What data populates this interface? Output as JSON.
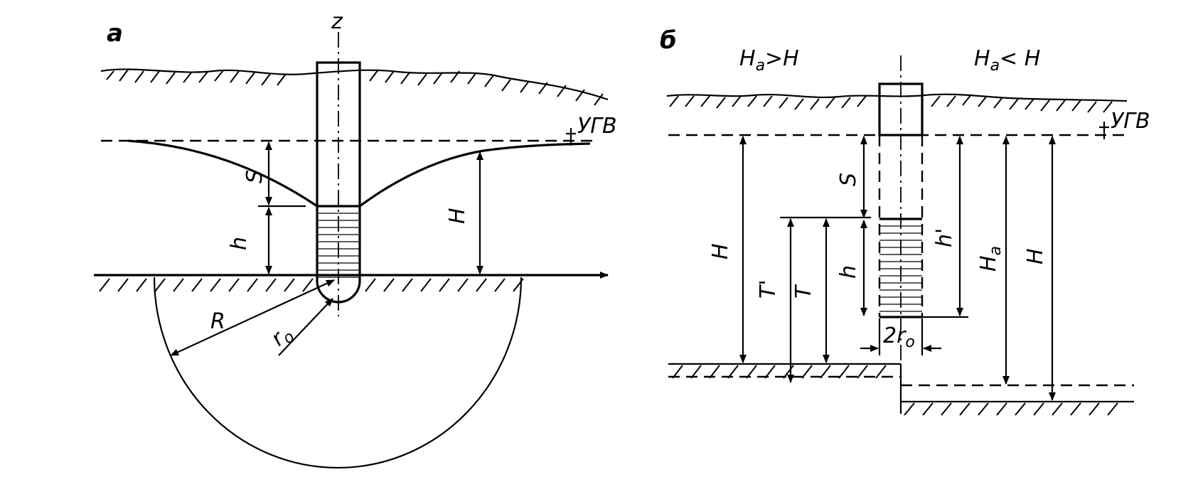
{
  "panel_a": {
    "letter": "a",
    "axis_label": "z",
    "gw_level": "УГВ",
    "drawdown": "S",
    "water_depth": "h",
    "head": "H",
    "radius_influence": "R",
    "well_radius": "r",
    "well_radius_sub": "o"
  },
  "panel_b": {
    "letter": "б",
    "case_left": "H",
    "case_left_sub": "a",
    "case_left_rel": ">H",
    "case_right": "H",
    "case_right_sub": "a",
    "case_right_rel": "< H",
    "gw_level": "УГВ",
    "drawdown": "S",
    "water_depth": "h",
    "water_depth_prime": "h'",
    "head_left": "H",
    "thickness_prime": "T'",
    "thickness": "T",
    "head_a": "H",
    "head_a_sub": "a",
    "head_right": "H",
    "diameter": "2r",
    "diameter_sub": "o"
  }
}
